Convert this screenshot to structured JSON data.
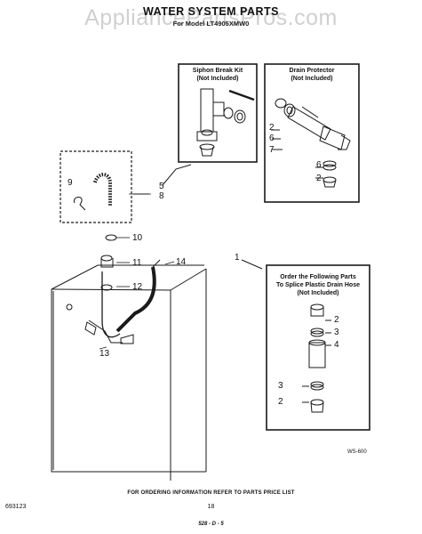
{
  "watermark": "AppliancePartsPros.com",
  "title": "WATER SYSTEM PARTS",
  "subtitle": "For Model LT4905XMW0",
  "kits": {
    "siphon_break": {
      "line1": "Siphon Break Kit",
      "line2": "(Not Included)"
    },
    "drain_protector": {
      "line1": "Drain Protector",
      "line2": "(Not Included)"
    },
    "splice": {
      "line1": "Order the Following Parts",
      "line2": "To Splice Plastic Drain Hose",
      "line3": "(Not Included)"
    }
  },
  "callouts": {
    "c1": "1",
    "c2a": "2",
    "c6a": "6",
    "c7": "7",
    "c6b": "6",
    "c2b": "2",
    "c5": "5",
    "c8": "8",
    "c9": "9",
    "c10": "10",
    "c11": "11",
    "c12": "12",
    "c13": "13",
    "c14": "14",
    "s2a": "2",
    "s3a": "3",
    "s4": "4",
    "s3b": "3",
    "s2b": "2"
  },
  "figure_code": "WS-600",
  "footer": {
    "note": "FOR ORDERING INFORMATION REFER TO PARTS PRICE LIST",
    "left_code": "693123",
    "page_number": "18",
    "bottom_code": "528 - D - 5"
  }
}
